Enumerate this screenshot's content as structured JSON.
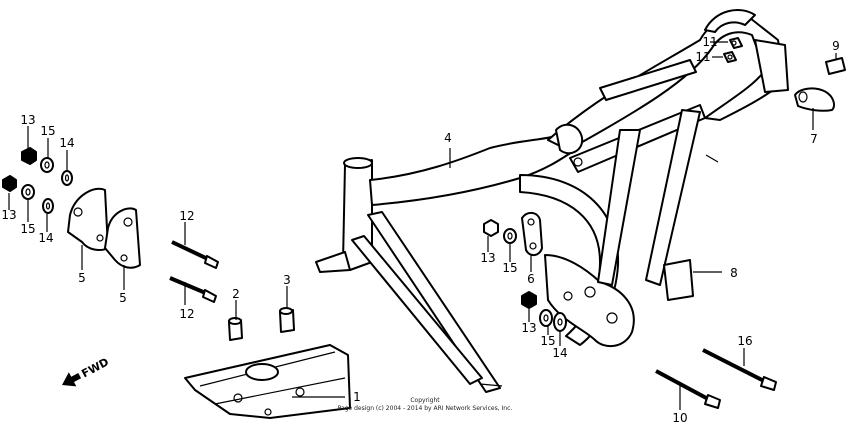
{
  "callouts": {
    "c1": "1",
    "c2": "2",
    "c3": "3",
    "c4": "4",
    "c5a": "5",
    "c5b": "5",
    "c6": "6",
    "c7": "7",
    "c8": "8",
    "c9": "9",
    "c10": "10",
    "c11a": "11",
    "c11b": "11",
    "c12a": "12",
    "c12b": "12",
    "c13a": "13",
    "c13b": "13",
    "c13c": "13",
    "c13d": "13",
    "c14a": "14",
    "c14b": "14",
    "c14c": "14",
    "c15a": "15",
    "c15b": "15",
    "c15c": "15",
    "c15d": "15",
    "c16": "16"
  },
  "direction": {
    "label": "FWD"
  },
  "copyright": {
    "line1": "Copyright",
    "line2": "Page design (c) 2004 - 2014 by ARI Network Services, Inc."
  }
}
